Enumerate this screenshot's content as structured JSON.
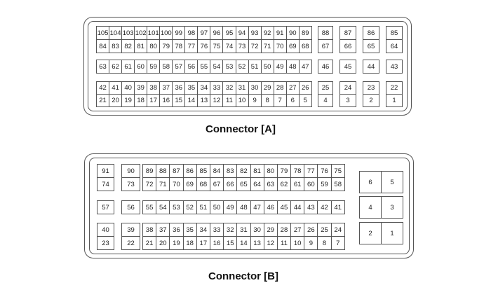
{
  "connectors": [
    {
      "id": "a",
      "title": "Connector [A]",
      "groups": [
        {
          "pins": [
            "105",
            "104",
            "103",
            "102",
            "101",
            "100",
            "99",
            "98",
            "97",
            "96",
            "95",
            "94",
            "93",
            "92",
            "91",
            "90",
            "89"
          ]
        },
        {
          "pins": [
            "84",
            "83",
            "82",
            "81",
            "80",
            "79",
            "78",
            "77",
            "76",
            "75",
            "74",
            "73",
            "72",
            "71",
            "70",
            "69",
            "68"
          ]
        },
        {
          "pins": [
            "63",
            "62",
            "61",
            "60",
            "59",
            "58",
            "57",
            "56",
            "55",
            "54",
            "53",
            "52",
            "51",
            "50",
            "49",
            "48",
            "47"
          ]
        },
        {
          "pins": [
            "42",
            "41",
            "40",
            "39",
            "38",
            "37",
            "36",
            "35",
            "34",
            "33",
            "32",
            "31",
            "30",
            "29",
            "28",
            "27",
            "26"
          ]
        },
        {
          "pins": [
            "21",
            "20",
            "19",
            "18",
            "17",
            "16",
            "15",
            "14",
            "13",
            "12",
            "11",
            "10",
            "9",
            "8",
            "7",
            "6",
            "5"
          ]
        },
        {
          "pins": [
            "88"
          ]
        },
        {
          "pins": [
            "67"
          ]
        },
        {
          "pins": [
            "46"
          ]
        },
        {
          "pins": [
            "25"
          ]
        },
        {
          "pins": [
            "4"
          ]
        },
        {
          "pins": [
            "87"
          ]
        },
        {
          "pins": [
            "66"
          ]
        },
        {
          "pins": [
            "45"
          ]
        },
        {
          "pins": [
            "24"
          ]
        },
        {
          "pins": [
            "3"
          ]
        },
        {
          "pins": [
            "86"
          ]
        },
        {
          "pins": [
            "65"
          ]
        },
        {
          "pins": [
            "44"
          ]
        },
        {
          "pins": [
            "23"
          ]
        },
        {
          "pins": [
            "2"
          ]
        },
        {
          "pins": [
            "85"
          ]
        },
        {
          "pins": [
            "64"
          ]
        },
        {
          "pins": [
            "43"
          ]
        },
        {
          "pins": [
            "22"
          ]
        },
        {
          "pins": [
            "1"
          ]
        }
      ]
    },
    {
      "id": "b",
      "title": "Connector [B]",
      "groups": [
        {
          "pins": [
            "91"
          ]
        },
        {
          "pins": [
            "74"
          ]
        },
        {
          "pins": [
            "57"
          ]
        },
        {
          "pins": [
            "40"
          ]
        },
        {
          "pins": [
            "23"
          ]
        },
        {
          "pins": [
            "90"
          ]
        },
        {
          "pins": [
            "73"
          ]
        },
        {
          "pins": [
            "56"
          ]
        },
        {
          "pins": [
            "39"
          ]
        },
        {
          "pins": [
            "22"
          ]
        },
        {
          "pins": [
            "89",
            "88",
            "87",
            "86",
            "85",
            "84",
            "83",
            "82",
            "81",
            "80",
            "79",
            "78",
            "77",
            "76",
            "75"
          ]
        },
        {
          "pins": [
            "72",
            "71",
            "70",
            "69",
            "68",
            "67",
            "66",
            "65",
            "64",
            "63",
            "62",
            "61",
            "60",
            "59",
            "58"
          ]
        },
        {
          "pins": [
            "55",
            "54",
            "53",
            "52",
            "51",
            "50",
            "49",
            "48",
            "47",
            "46",
            "45",
            "44",
            "43",
            "42",
            "41"
          ]
        },
        {
          "pins": [
            "38",
            "37",
            "36",
            "35",
            "34",
            "33",
            "32",
            "31",
            "30",
            "29",
            "28",
            "27",
            "26",
            "25",
            "24"
          ]
        },
        {
          "pins": [
            "21",
            "20",
            "19",
            "18",
            "17",
            "16",
            "15",
            "14",
            "13",
            "12",
            "11",
            "10",
            "9",
            "8",
            "7"
          ]
        },
        {
          "pins": [
            "6",
            "5"
          ]
        },
        {
          "pins": [
            "4",
            "3"
          ]
        },
        {
          "pins": [
            "2",
            "1"
          ]
        }
      ]
    }
  ]
}
